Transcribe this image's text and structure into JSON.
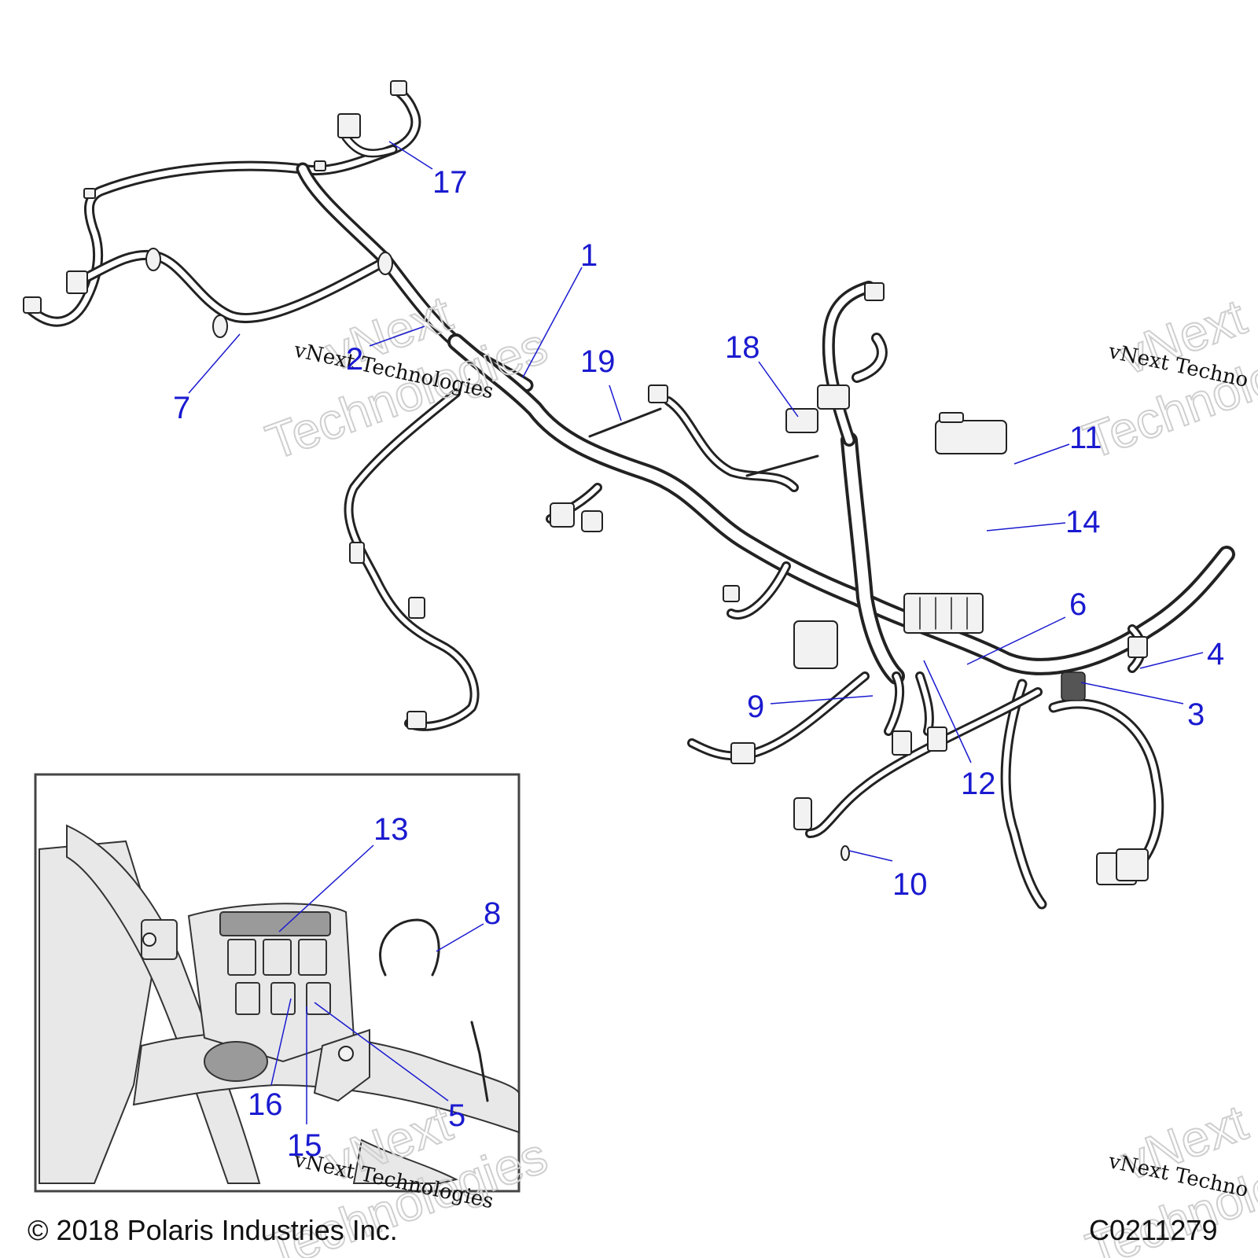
{
  "callouts": [
    {
      "label": "1"
    },
    {
      "label": "2"
    },
    {
      "label": "3"
    },
    {
      "label": "4"
    },
    {
      "label": "5"
    },
    {
      "label": "6"
    },
    {
      "label": "7"
    },
    {
      "label": "8"
    },
    {
      "label": "9"
    },
    {
      "label": "10"
    },
    {
      "label": "11"
    },
    {
      "label": "12"
    },
    {
      "label": "13"
    },
    {
      "label": "14"
    },
    {
      "label": "15"
    },
    {
      "label": "16"
    },
    {
      "label": "17"
    },
    {
      "label": "18"
    },
    {
      "label": "19"
    }
  ],
  "watermark": {
    "brand_line1": "vNext",
    "brand_line2": "Technologies",
    "caption": "vNext Technologies",
    "caption_cut": "vNext Techno",
    "brand_cut_a": "vNext",
    "brand_cut_b": "Technolo"
  },
  "footer": {
    "copyright": "© 2018 Polaris Industries Inc.",
    "figure_code": "C0211279"
  },
  "colors": {
    "callout": "#1a1ad0",
    "line_art": "#222222",
    "watermark": "#cfcfcf"
  }
}
